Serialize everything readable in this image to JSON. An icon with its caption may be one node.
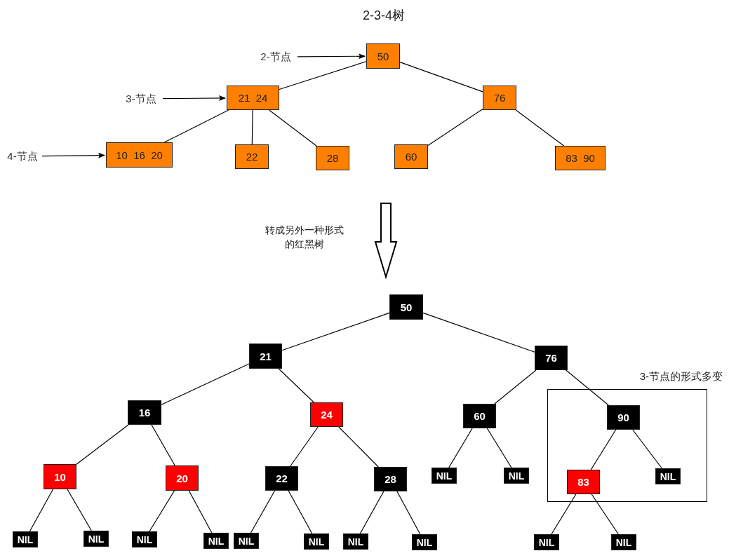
{
  "diagram": {
    "title": "2-3-4树",
    "nodes": [
      {
        "text": [
          "2-节点"
        ]
      },
      {
        "text": [
          "50"
        ]
      },
      {
        "text": [
          "3-节点"
        ]
      },
      {
        "text": [
          "21  24"
        ]
      },
      {
        "text": [
          "76"
        ]
      },
      {
        "text": [
          "4-节点"
        ]
      },
      {
        "text": [
          "10  16  20"
        ]
      },
      {
        "text": [
          "22"
        ]
      },
      {
        "text": [
          "28"
        ]
      },
      {
        "text": [
          "60"
        ]
      },
      {
        "text": [
          "83  90"
        ]
      },
      {
        "text": [
          "50"
        ]
      },
      {
        "text": [
          "21"
        ]
      },
      {
        "text": [
          "76"
        ]
      },
      {
        "text": [
          "3-节点的形式多变"
        ]
      },
      {
        "text": [
          "16"
        ]
      },
      {
        "text": [
          "24"
        ]
      },
      {
        "text": [
          "60"
        ]
      },
      {
        "text": [
          "90"
        ],
        "in": 14
      },
      {
        "text": [
          "10"
        ]
      },
      {
        "text": [
          "20"
        ]
      },
      {
        "text": [
          "22"
        ]
      },
      {
        "text": [
          "28"
        ]
      },
      {
        "text": [
          "NIL"
        ]
      },
      {
        "text": [
          "NIL"
        ]
      },
      {
        "text": [
          "83"
        ],
        "in": 14
      },
      {
        "text": [
          "NIL"
        ],
        "in": 14
      },
      {
        "text": [
          "NIL"
        ]
      },
      {
        "text": [
          "NIL"
        ]
      },
      {
        "text": [
          "NIL"
        ]
      },
      {
        "text": [
          "NIL"
        ]
      },
      {
        "text": [
          "NIL"
        ]
      },
      {
        "text": [
          "NIL"
        ]
      },
      {
        "text": [
          "NIL"
        ]
      },
      {
        "text": [
          "NIL"
        ]
      },
      {
        "text": [
          "NIL"
        ]
      },
      {
        "text": [
          "NIL"
        ]
      }
    ],
    "edges": [
      {
        "from": 0,
        "to": 1,
        "arrow": "to"
      },
      {
        "from": 2,
        "to": 3,
        "arrow": "to"
      },
      {
        "from": 5,
        "to": 6,
        "arrow": "to"
      },
      {
        "from": 1,
        "to": 3,
        "arrow": "none"
      },
      {
        "from": 1,
        "to": 4,
        "arrow": "none"
      },
      {
        "from": 3,
        "to": 6,
        "arrow": "none"
      },
      {
        "from": 3,
        "to": 7,
        "arrow": "none"
      },
      {
        "from": 3,
        "to": 8,
        "arrow": "none"
      },
      {
        "from": 4,
        "to": 9,
        "arrow": "none"
      },
      {
        "from": 4,
        "to": 10,
        "arrow": "none"
      },
      {
        "from": 11,
        "to": 12,
        "arrow": "none"
      },
      {
        "from": 11,
        "to": 13,
        "arrow": "none"
      },
      {
        "from": 12,
        "to": 15,
        "arrow": "none"
      },
      {
        "from": 12,
        "to": 16,
        "arrow": "none"
      },
      {
        "from": 13,
        "to": 17,
        "arrow": "none"
      },
      {
        "from": 13,
        "to": 18,
        "arrow": "none"
      },
      {
        "from": 15,
        "to": 19,
        "arrow": "none"
      },
      {
        "from": 15,
        "to": 20,
        "arrow": "none"
      },
      {
        "from": 16,
        "to": 21,
        "arrow": "none"
      },
      {
        "from": 16,
        "to": 22,
        "arrow": "none"
      },
      {
        "from": 17,
        "to": 23,
        "arrow": "none"
      },
      {
        "from": 17,
        "to": 24,
        "arrow": "none"
      },
      {
        "from": 18,
        "to": 25,
        "arrow": "none"
      },
      {
        "from": 18,
        "to": 26,
        "arrow": "none"
      },
      {
        "from": 19,
        "to": 27,
        "arrow": "none"
      },
      {
        "from": 19,
        "to": 28,
        "arrow": "none"
      },
      {
        "from": 20,
        "to": 29,
        "arrow": "none"
      },
      {
        "from": 20,
        "to": 30,
        "arrow": "none"
      },
      {
        "from": 21,
        "to": 31,
        "arrow": "none"
      },
      {
        "from": 21,
        "to": 32,
        "arrow": "none"
      },
      {
        "from": 22,
        "to": 33,
        "arrow": "none"
      },
      {
        "from": 22,
        "to": 34,
        "arrow": "none"
      },
      {
        "from": 25,
        "to": 35,
        "arrow": "none"
      },
      {
        "from": 25,
        "to": 36,
        "arrow": "none"
      }
    ],
    "labels": [
      "转成另外一种形式的红黑树"
    ]
  }
}
